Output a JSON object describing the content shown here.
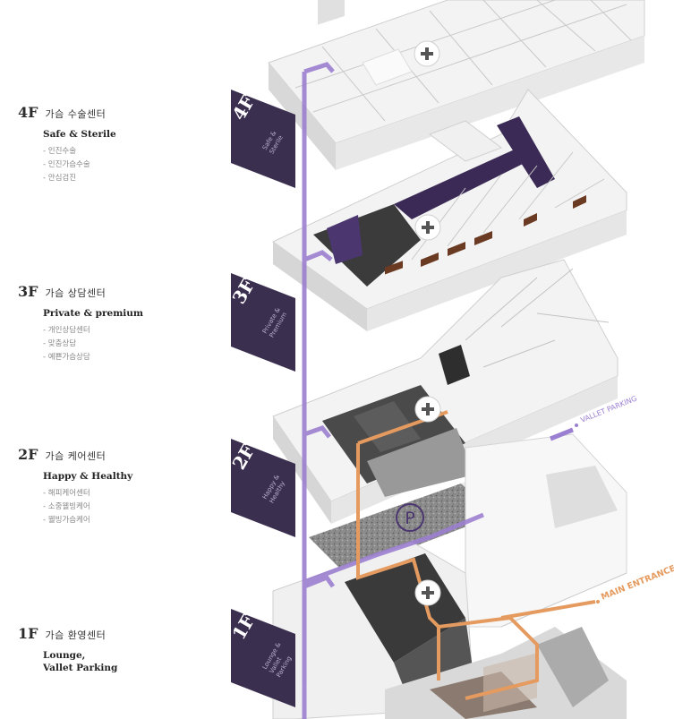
{
  "floors": [
    {
      "num": "4F",
      "title": "가슴 수술센터",
      "subtitle": "Safe & Sterile",
      "items": [
        "인진수술",
        "인진가슴수술",
        "안심검진"
      ],
      "tag_label": "4F",
      "tag_desc": "Safe &\nSterile"
    },
    {
      "num": "3F",
      "title": "가슴 상담센터",
      "subtitle": "Private & premium",
      "items": [
        "개인상담센터",
        "맞춤상담",
        "예쁜가슴상담"
      ],
      "tag_label": "3F",
      "tag_desc": "Private &\nPremium"
    },
    {
      "num": "2F",
      "title": "가슴 케어센터",
      "subtitle": "Happy & Healthy",
      "items": [
        "해피케어센터",
        "소중웰빙케어",
        "웰빙가슴케어"
      ],
      "tag_label": "2F",
      "tag_desc": "Happy &\nHealthy"
    },
    {
      "num": "1F",
      "title": "가슴 환영센터",
      "subtitle": "Lounge,\nVallet Parking",
      "items": [],
      "tag_label": "1F",
      "tag_desc": "Lounge &\nVallet\nParking"
    }
  ],
  "annotations": {
    "vallet_parking": "VALLET PARKING",
    "main_entrance": "MAIN ENTRANCE",
    "parking_symbol": "P"
  },
  "colors": {
    "tag_bg": "#3b2f50",
    "purple_route": "#9b7fd0",
    "orange_route": "#e59b5f",
    "dark_accent": "#3a2a55"
  }
}
